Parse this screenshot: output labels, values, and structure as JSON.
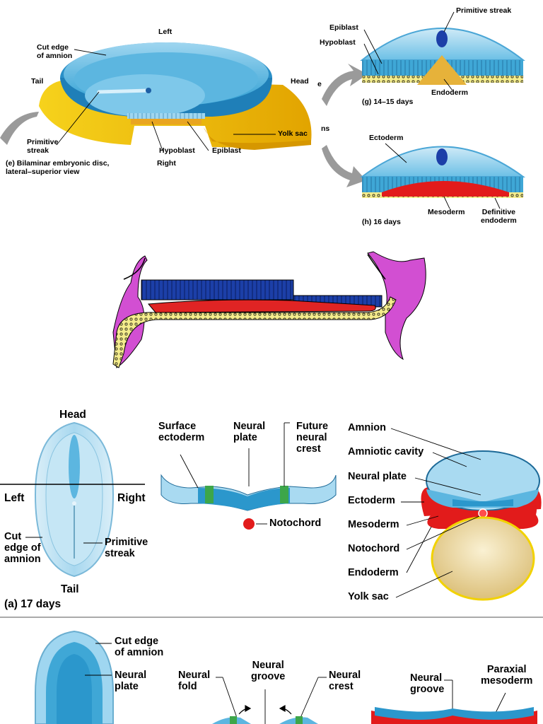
{
  "panel_e": {
    "left": "Left",
    "tail": "Tail",
    "head": "Head",
    "right": "Right",
    "cut_edge_line1": "Cut edge",
    "cut_edge_line2": "of amnion",
    "primitive_streak_line1": "Primitive",
    "primitive_streak_line2": "streak",
    "hypoblast": "Hypoblast",
    "epiblast": "Epiblast",
    "yolk_sac": "Yolk sac",
    "caption_line1": "(e) Bilaminar embryonic disc,",
    "caption_line2": "lateral–superior view",
    "partial_e": "e",
    "partial_ns": "ns"
  },
  "panel_g": {
    "primitive_streak": "Primitive streak",
    "epiblast": "Epiblast",
    "hypoblast": "Hypoblast",
    "endoderm": "Endoderm",
    "caption": "(g) 14–15 days"
  },
  "panel_h": {
    "ectoderm": "Ectoderm",
    "mesoderm": "Mesoderm",
    "definitive_endoderm_line1": "Definitive",
    "definitive_endoderm_line2": "endoderm",
    "caption": "(h) 16 days"
  },
  "panel_a": {
    "head": "Head",
    "left": "Left",
    "right": "Right",
    "tail": "Tail",
    "cut_line1": "Cut",
    "cut_line2": "edge of",
    "cut_line3": "amnion",
    "primitive_line1": "Primitive",
    "primitive_line2": "streak",
    "caption": "(a) 17 days",
    "surface_line1": "Surface",
    "surface_line2": "ectoderm",
    "neural_plate_line1": "Neural",
    "neural_plate_line2": "plate",
    "future_line1": "Future",
    "future_line2": "neural",
    "future_line3": "crest",
    "notochord": "Notochord",
    "amnion": "Amnion",
    "amniotic_cavity": "Amniotic cavity",
    "neural_plate": "Neural plate",
    "ectoderm": "Ectoderm",
    "mesoderm": "Mesoderm",
    "notochord2": "Notochord",
    "endoderm": "Endoderm",
    "yolk_sac": "Yolk sac"
  },
  "panel_b": {
    "cut_edge_line1": "Cut edge",
    "cut_edge_line2": "of amnion",
    "neural_plate_line1": "Neural",
    "neural_plate_line2": "plate",
    "neural_fold_line1": "Neural",
    "neural_fold_line2": "fold",
    "neural_groove_line1": "Neural",
    "neural_groove_line2": "groove",
    "neural_crest_line1": "Neural",
    "neural_crest_line2": "crest",
    "neural_groove2_line1": "Neural",
    "neural_groove2_line2": "groove",
    "paraxial_line1": "Paraxial",
    "paraxial_line2": "mesoderm"
  }
}
